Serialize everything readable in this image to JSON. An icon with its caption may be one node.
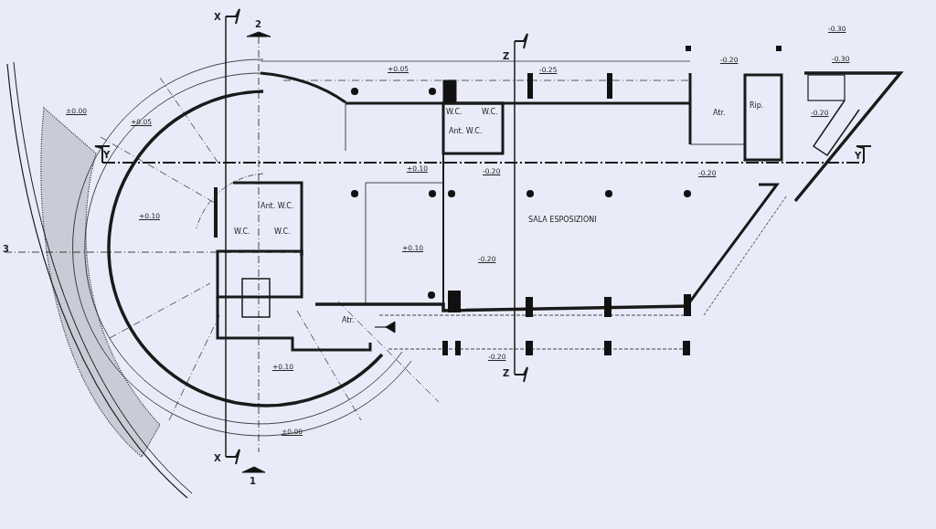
{
  "diagram": {
    "labels": [
      "X",
      "2",
      "-0.30",
      "-0.20",
      "-0.30",
      "+0.05",
      "-0.25",
      "Z",
      "±0.00",
      "W.C.",
      "W.C.",
      "Atr.",
      "Rip.",
      "-0.20",
      "+0.05",
      "Ant. W.C.",
      "Y",
      "Y",
      "+0.10",
      "-0.20",
      "-0.20",
      "Ant. W.C.",
      "W.C.",
      "W.C.",
      "+0.10",
      "SALA ESPOSIZIONI",
      "3",
      "+0.10",
      "-0.20",
      "Atr.",
      "-0.20",
      "+0.10",
      "Z",
      "±0.00",
      "X",
      "1"
    ]
  }
}
